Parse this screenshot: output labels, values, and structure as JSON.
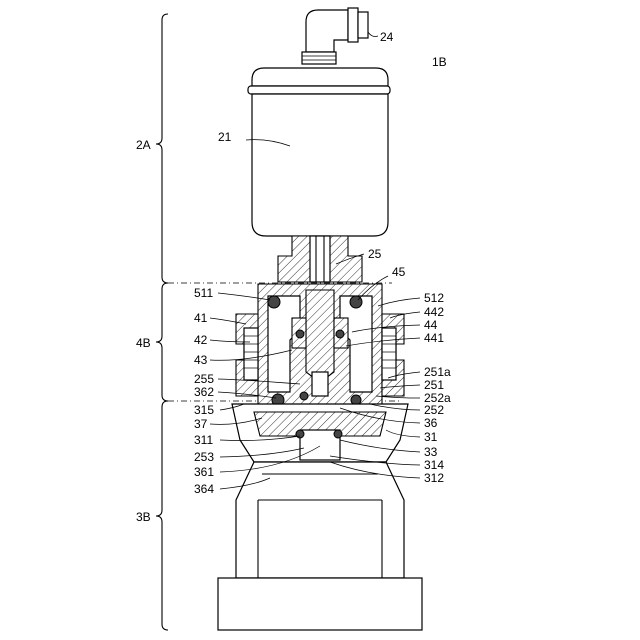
{
  "figure_id": "1B",
  "brackets": [
    {
      "id": "2A",
      "label": "2A"
    },
    {
      "id": "4B",
      "label": "4B"
    },
    {
      "id": "3B",
      "label": "3B"
    }
  ],
  "callouts": {
    "c24": "24",
    "c21": "21",
    "c25": "25",
    "c45": "45",
    "c511": "511",
    "c41": "41",
    "c42": "42",
    "c43": "43",
    "c255": "255",
    "c362": "362",
    "c315": "315",
    "c37": "37",
    "c311": "311",
    "c253": "253",
    "c361": "361",
    "c364": "364",
    "c512": "512",
    "c442": "442",
    "c44": "44",
    "c441": "441",
    "c251a": "251a",
    "c251": "251",
    "c252a": "252a",
    "c252": "252",
    "c36": "36",
    "c31": "31",
    "c33": "33",
    "c314": "314",
    "c312": "312"
  }
}
